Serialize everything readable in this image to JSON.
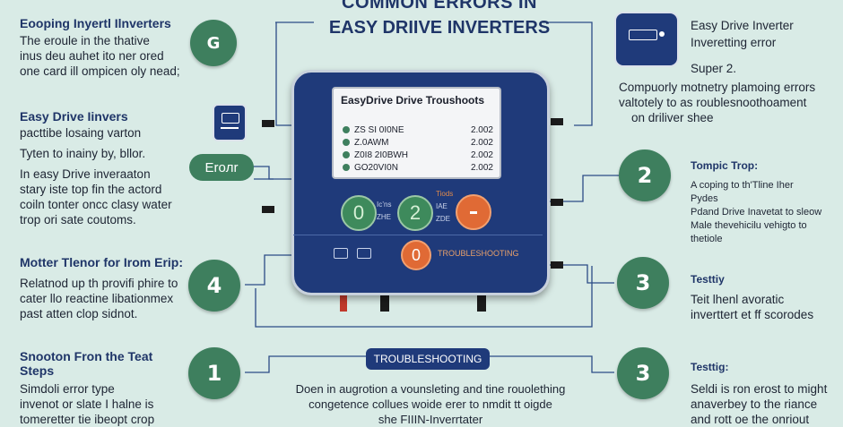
{
  "title": {
    "line1": "COMMON ERRORS IN",
    "line2": "EASY DRIIVE INVERTERS"
  },
  "left": [
    {
      "heading": "Eooping Inyertl Ilnverters",
      "lines": [
        "The eroule in the thative",
        "inus deu auhet ito ner ored",
        "one card ill ompicen oly nead;"
      ]
    },
    {
      "heading": "Easy Drive Iinvers",
      "lines": [
        "pacttibe losaing varton",
        "Tyten to inainy by, bllor.",
        "In easy Drive inveraaton",
        "stary iste top fin the actord",
        "coiln tonter oncc clasy water",
        "trop ori sate coutoms."
      ]
    },
    {
      "heading": "Motter Tlenor for Irom Erip:",
      "lines": [
        "Relatnod up th provifi phire to",
        "cater llo reactine libationmex",
        "past atten clop sidnot."
      ]
    },
    {
      "heading": "Snooton Fron the Teat Steps",
      "lines": [
        "Simdoli error type",
        "invenot or slate I halne is",
        "tomeretter tie ibeopt crop"
      ]
    }
  ],
  "right": [
    {
      "lines": [
        "Easy Drive Inverter",
        "Inveretting error"
      ],
      "sub": "Super 2.",
      "para": [
        "Compuorly motnetry plamoing errors",
        "valtotely to as roublesnoothoament",
        "on driliver shee"
      ]
    },
    {
      "heading": "Tompic Trop:",
      "lines": [
        "A coping to th'Tline Iher",
        "Pydes",
        "Pdand Drive Inavetat to sleow",
        "Male thevehicilu vehigto to thetiole"
      ]
    },
    {
      "heading": "Testtiy",
      "lines": [
        "Teit lhenl avoratic",
        "inverttert et ff scorodes"
      ]
    },
    {
      "heading": "Testtig:",
      "lines": [
        "Seldi is ron erost to might",
        "anaverbey to the riance",
        "and rott oe the onriout"
      ]
    }
  ],
  "circles": {
    "left_top": "G",
    "left_error": "Eroлr",
    "left_4": "4",
    "left_1": "1",
    "right_2": "2",
    "right_3a": "3",
    "right_3b": "3"
  },
  "device": {
    "screen_title": "EasyDrive Drive Troushoots",
    "rows": [
      {
        "label": "ZS SI 0I0NE",
        "code": "2.002"
      },
      {
        "label": "Z.0AWM",
        "code": "2.002"
      },
      {
        "label": "Z0I8 2I0BWH",
        "code": "2.002"
      },
      {
        "label": "GO20VI0N",
        "code": "2.002"
      }
    ],
    "btn_left": "0",
    "btn_mid": "2",
    "btn_right": "",
    "lbl_a": "Ic’ns",
    "lbl_b": "ZHE",
    "lbl_c": "Tiods",
    "lbl_d": "IAE",
    "lbl_e": "ZDE",
    "bottom_btn": "0",
    "bottom_label": "TROUBLESHOOTING"
  },
  "bottom": {
    "tag": "TROUBLESHOOTING",
    "para": [
      "Doen in augrotion a vounsleting and tine rouolething",
      "congetence collues woide erer to nmdit tt oigde",
      "she FIIIN-Inverrtater"
    ]
  },
  "colors": {
    "background": "#d9ebe6",
    "navy": "#1f3a7a",
    "green": "#3e7f5e",
    "orange": "#e06a35"
  }
}
